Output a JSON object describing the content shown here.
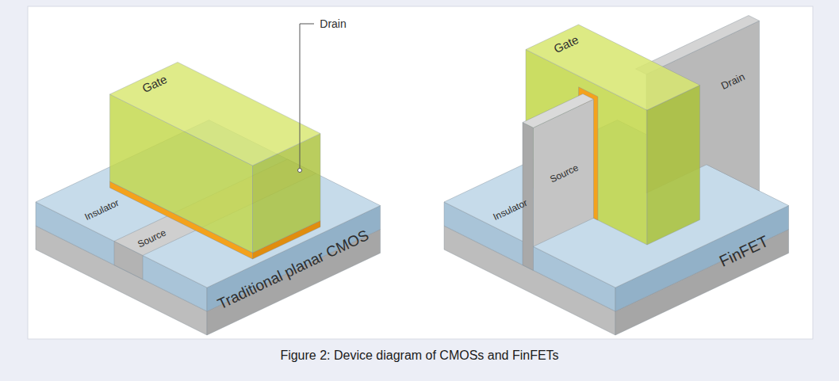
{
  "diagram": {
    "caption": "Figure 2: Device diagram of CMOSs and FinFETs",
    "labels": [
      "Gate",
      "Drain",
      "Insulator",
      "Source",
      "Traditional planar CMOS",
      "Gate",
      "Drain",
      "Insulator",
      "Source",
      "FinFET"
    ]
  }
}
